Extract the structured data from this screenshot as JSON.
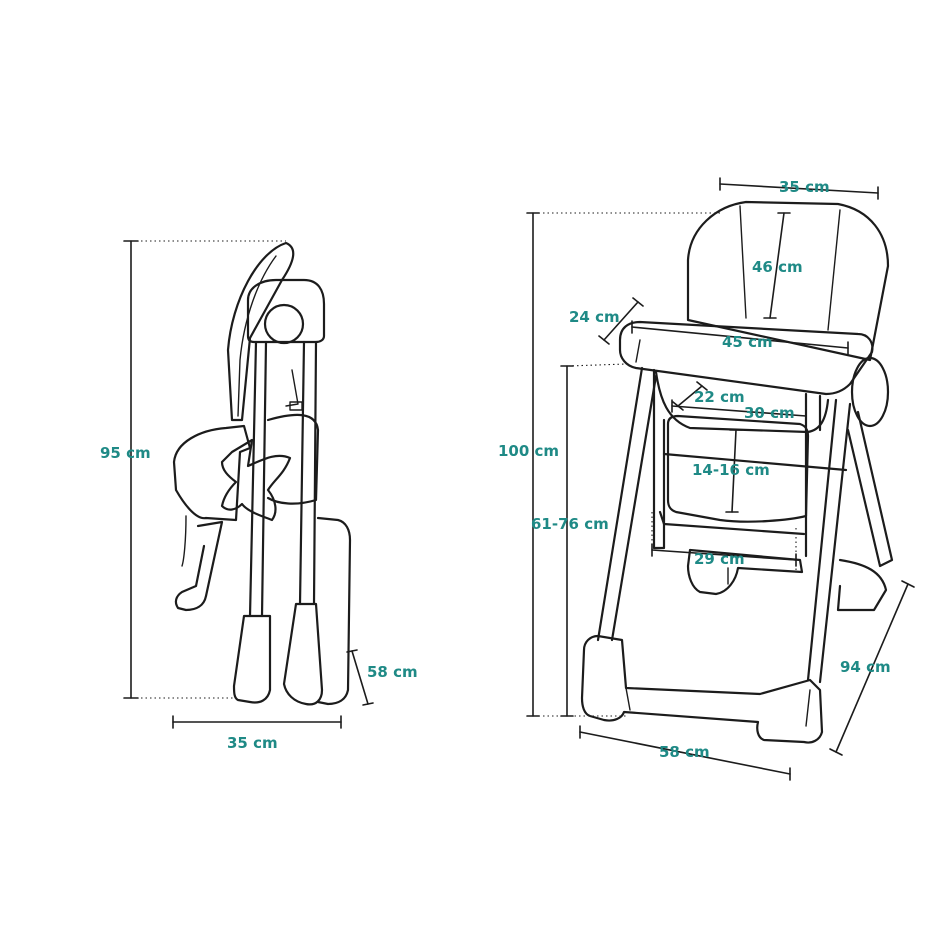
{
  "colors": {
    "label": "#1f8a86",
    "line": "#1c1c1c",
    "background": "#ffffff"
  },
  "folded_view": {
    "height_label": "95 cm",
    "width_label": "35 cm",
    "depth_label": "58 cm"
  },
  "open_view": {
    "backrest_width_label": "35 cm",
    "backrest_height_label": "46 cm",
    "tray_depth_label": "24 cm",
    "tray_width_label": "45 cm",
    "total_height_label": "100 cm",
    "seat_height_label": "61-76 cm",
    "seat_depth_label": "22 cm",
    "seat_width_label": "30 cm",
    "seat_cushion_label": "14-16 cm",
    "footrest_width_label": "29 cm",
    "base_width_label": "58 cm",
    "base_depth_label": "94 cm"
  }
}
